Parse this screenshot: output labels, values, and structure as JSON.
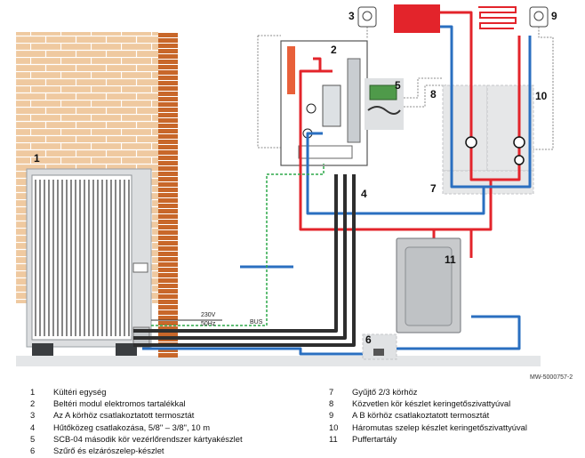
{
  "markers": {
    "m1": "1",
    "m2": "2",
    "m3": "3",
    "m4": "4",
    "m5": "5",
    "m6": "6",
    "m7": "7",
    "m8": "8",
    "m9": "9",
    "m10": "10",
    "m11": "11"
  },
  "labels": {
    "voltage": "230V",
    "frequency": "50Hz",
    "bus": "BUS",
    "reference": "MW-5000757-2"
  },
  "legend": {
    "left": [
      {
        "num": "1",
        "text": "Kültéri egység"
      },
      {
        "num": "2",
        "text": "Beltéri modul elektromos tartalékkal"
      },
      {
        "num": "3",
        "text": "Az A körhöz csatlakoztatott termosztát"
      },
      {
        "num": "4",
        "text": "Hűtőközeg csatlakozása, 5/8\" – 3/8\", 10 m"
      },
      {
        "num": "5",
        "text": "SCB-04 második kör vezérlőrendszer kártyakészlet"
      },
      {
        "num": "6",
        "text": "Szűrő és elzárószelep-készlet"
      }
    ],
    "right": [
      {
        "num": "7",
        "text": "Gyűjtő 2/3 körhöz"
      },
      {
        "num": "8",
        "text": "Közvetlen kör készlet keringetőszivattyúval"
      },
      {
        "num": "9",
        "text": "A B körhöz csatlakoztatott termosztát"
      },
      {
        "num": "10",
        "text": "Háromutas szelep készlet keringetőszivattyúval"
      },
      {
        "num": "11",
        "text": "Puffertartály"
      }
    ]
  },
  "colors": {
    "hot_pipe": "#e3242b",
    "cold_pipe": "#2a6fc0",
    "brick": "#efc9a0",
    "wall_beam": "#c8672a",
    "unit_grey": "#d6d8da"
  }
}
